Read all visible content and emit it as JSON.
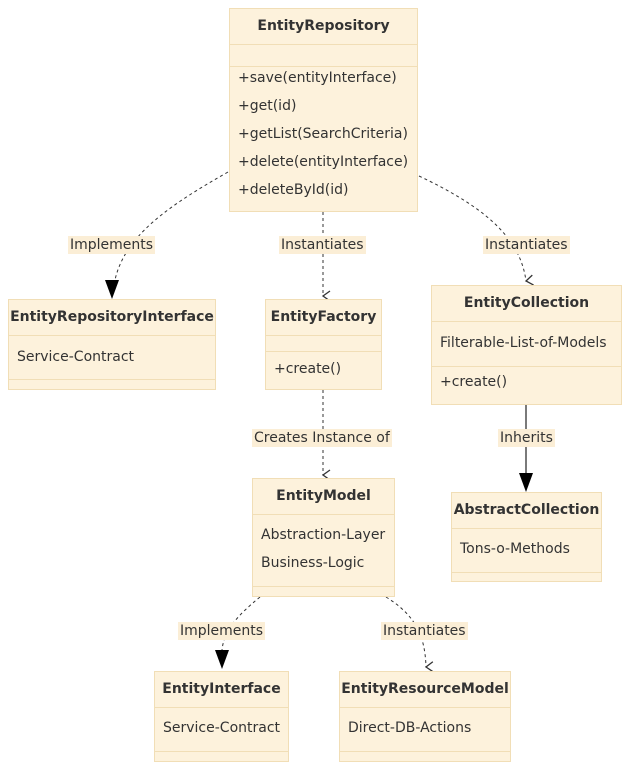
{
  "classes": {
    "entity_repository": {
      "name": "EntityRepository",
      "attributes": [],
      "methods": [
        "+save(entityInterface)",
        "+get(id)",
        "+getList(SearchCriteria)",
        "+delete(entityInterface)",
        "+deleteById(id)"
      ]
    },
    "entity_repository_interface": {
      "name": "EntityRepositoryInterface",
      "attributes": [
        "Service-Contract"
      ],
      "methods": []
    },
    "entity_factory": {
      "name": "EntityFactory",
      "attributes": [],
      "methods": [
        "+create()"
      ]
    },
    "entity_collection": {
      "name": "EntityCollection",
      "attributes": [
        "Filterable-List-of-Models"
      ],
      "methods": [
        "+create()"
      ]
    },
    "entity_model": {
      "name": "EntityModel",
      "attributes": [
        "Abstraction-Layer",
        "Business-Logic"
      ],
      "methods": []
    },
    "abstract_collection": {
      "name": "AbstractCollection",
      "attributes": [
        "Tons-o-Methods"
      ],
      "methods": []
    },
    "entity_interface": {
      "name": "EntityInterface",
      "attributes": [
        "Service-Contract"
      ],
      "methods": []
    },
    "entity_resource_model": {
      "name": "EntityResourceModel",
      "attributes": [
        "Direct-DB-Actions"
      ],
      "methods": []
    }
  },
  "edges": {
    "repo_implements": "Implements",
    "repo_instantiates_factory": "Instantiates",
    "repo_instantiates_collection": "Instantiates",
    "factory_creates_model": "Creates Instance of",
    "collection_inherits": "Inherits",
    "model_implements": "Implements",
    "model_instantiates_resource": "Instantiates"
  }
}
